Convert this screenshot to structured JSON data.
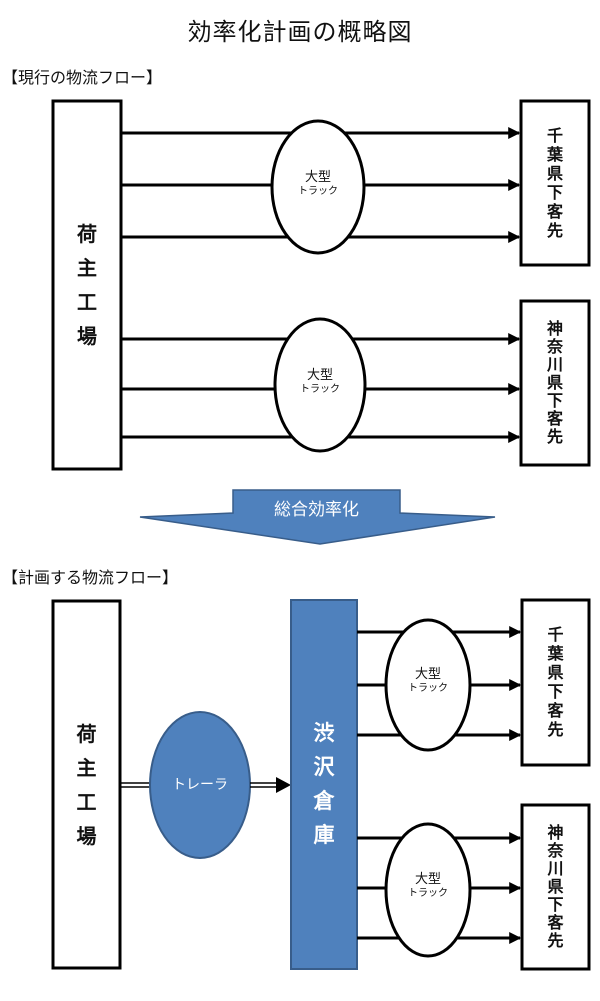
{
  "title": "効率化計画の概略図",
  "current_flow": {
    "label": "【現行の物流フロー】",
    "shipper": [
      "荷",
      "主",
      "工",
      "場"
    ],
    "trucks": [
      {
        "line1": "大型",
        "line2": "トラック"
      },
      {
        "line1": "大型",
        "line2": "トラック"
      }
    ],
    "destinations": [
      {
        "chars": [
          "千",
          "葉",
          "県",
          "下",
          "客",
          "先"
        ]
      },
      {
        "chars": [
          "神",
          "奈",
          "川",
          "県",
          "下",
          "客",
          "先"
        ]
      }
    ]
  },
  "transition_arrow": {
    "label": "総合効率化",
    "color": "#4f81bd"
  },
  "planned_flow": {
    "label": "【計画する物流フロー】",
    "shipper": [
      "荷",
      "主",
      "工",
      "場"
    ],
    "trailer": "トレーラ",
    "warehouse": [
      "渋",
      "沢",
      "倉",
      "庫"
    ],
    "trucks": [
      {
        "line1": "大型",
        "line2": "トラック"
      },
      {
        "line1": "大型",
        "line2": "トラック"
      }
    ],
    "destinations": [
      {
        "chars": [
          "千",
          "葉",
          "県",
          "下",
          "客",
          "先"
        ]
      },
      {
        "chars": [
          "神",
          "奈",
          "川",
          "県",
          "下",
          "客",
          "先"
        ]
      }
    ]
  },
  "colors": {
    "accent_blue": "#4f81bd",
    "accent_blue_border": "#385d8a",
    "line": "#000000"
  }
}
